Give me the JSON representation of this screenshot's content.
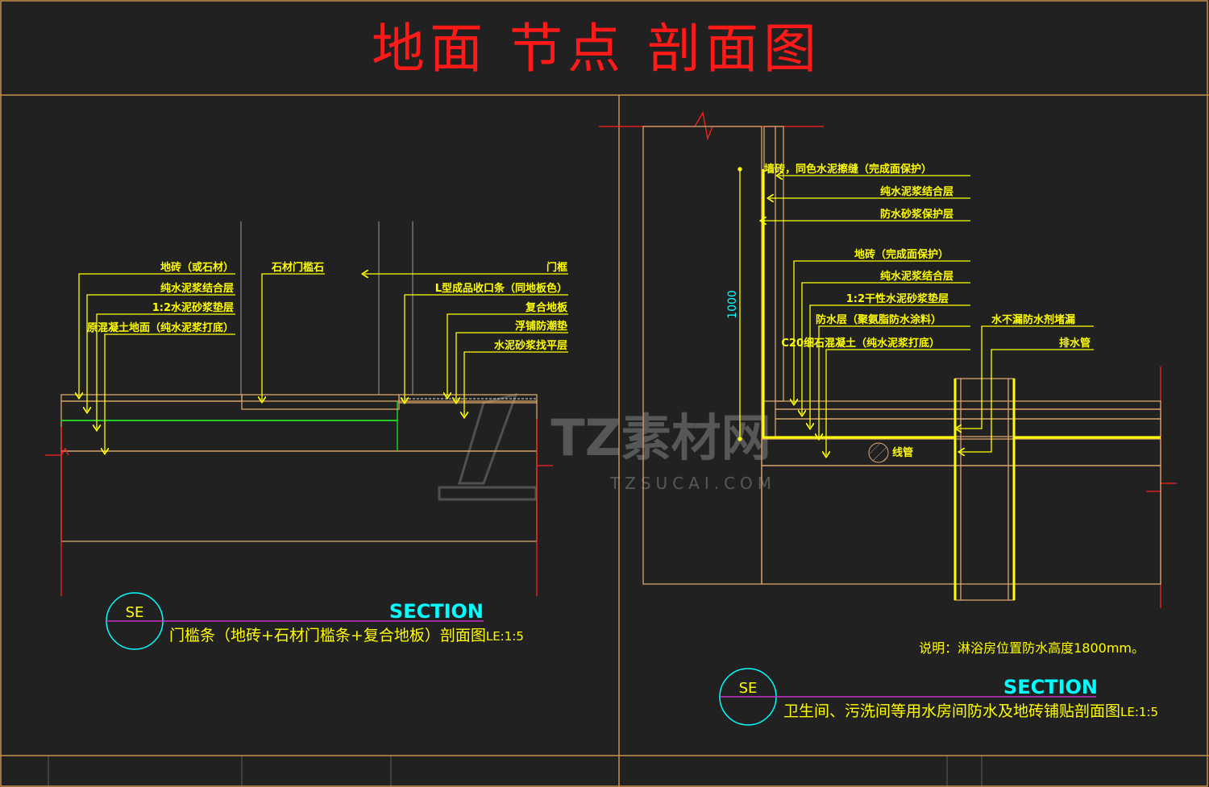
{
  "title": "地面 节点 剖面图",
  "watermark": {
    "brand": "TZ素材网",
    "url": "TZSUCAI.COM"
  },
  "left_detail": {
    "labels_left": [
      "地砖（或石材）",
      "纯水泥浆结合层",
      "1:2水泥砂浆垫层",
      "原混凝土地面（纯水泥浆打底）"
    ],
    "label_threshold": "石材门槛石",
    "labels_right": [
      "门框",
      "L型成品收口条（同地板色）",
      "复合地板",
      "浮铺防潮垫",
      "水泥砂浆找平层"
    ],
    "badge": "SE",
    "section_word": "SECTION",
    "caption": "门槛条（地砖+石材门槛条+复合地板）剖面图",
    "scale": "LE:1:5"
  },
  "right_detail": {
    "wall_labels": [
      "墙砖，同色水泥擦缝（完成面保护）",
      "纯水泥浆结合层",
      "防水砂浆保护层"
    ],
    "floor_labels": [
      "地砖（完成面保护）",
      "纯水泥浆结合层",
      "1:2干性水泥砂浆垫层",
      "防水层（聚氨脂防水涂料）",
      "C20细石混凝土（纯水泥浆打底）"
    ],
    "pipe_labels": [
      "水不漏防水剂堵漏",
      "排水管"
    ],
    "conduit_label": "线管",
    "dimension": "1000",
    "note": "说明：淋浴房位置防水高度1800mm。",
    "badge": "SE",
    "section_word": "SECTION",
    "caption": "卫生间、污洗间等用水房间防水及地砖铺贴剖面图",
    "scale": "LE:1:5"
  },
  "colors": {
    "background": "#212121",
    "frame": "#c8904a",
    "title": "#ff1a1a",
    "annotation": "#ffff00",
    "section": "#00ffff",
    "underline": "#cc33cc"
  }
}
